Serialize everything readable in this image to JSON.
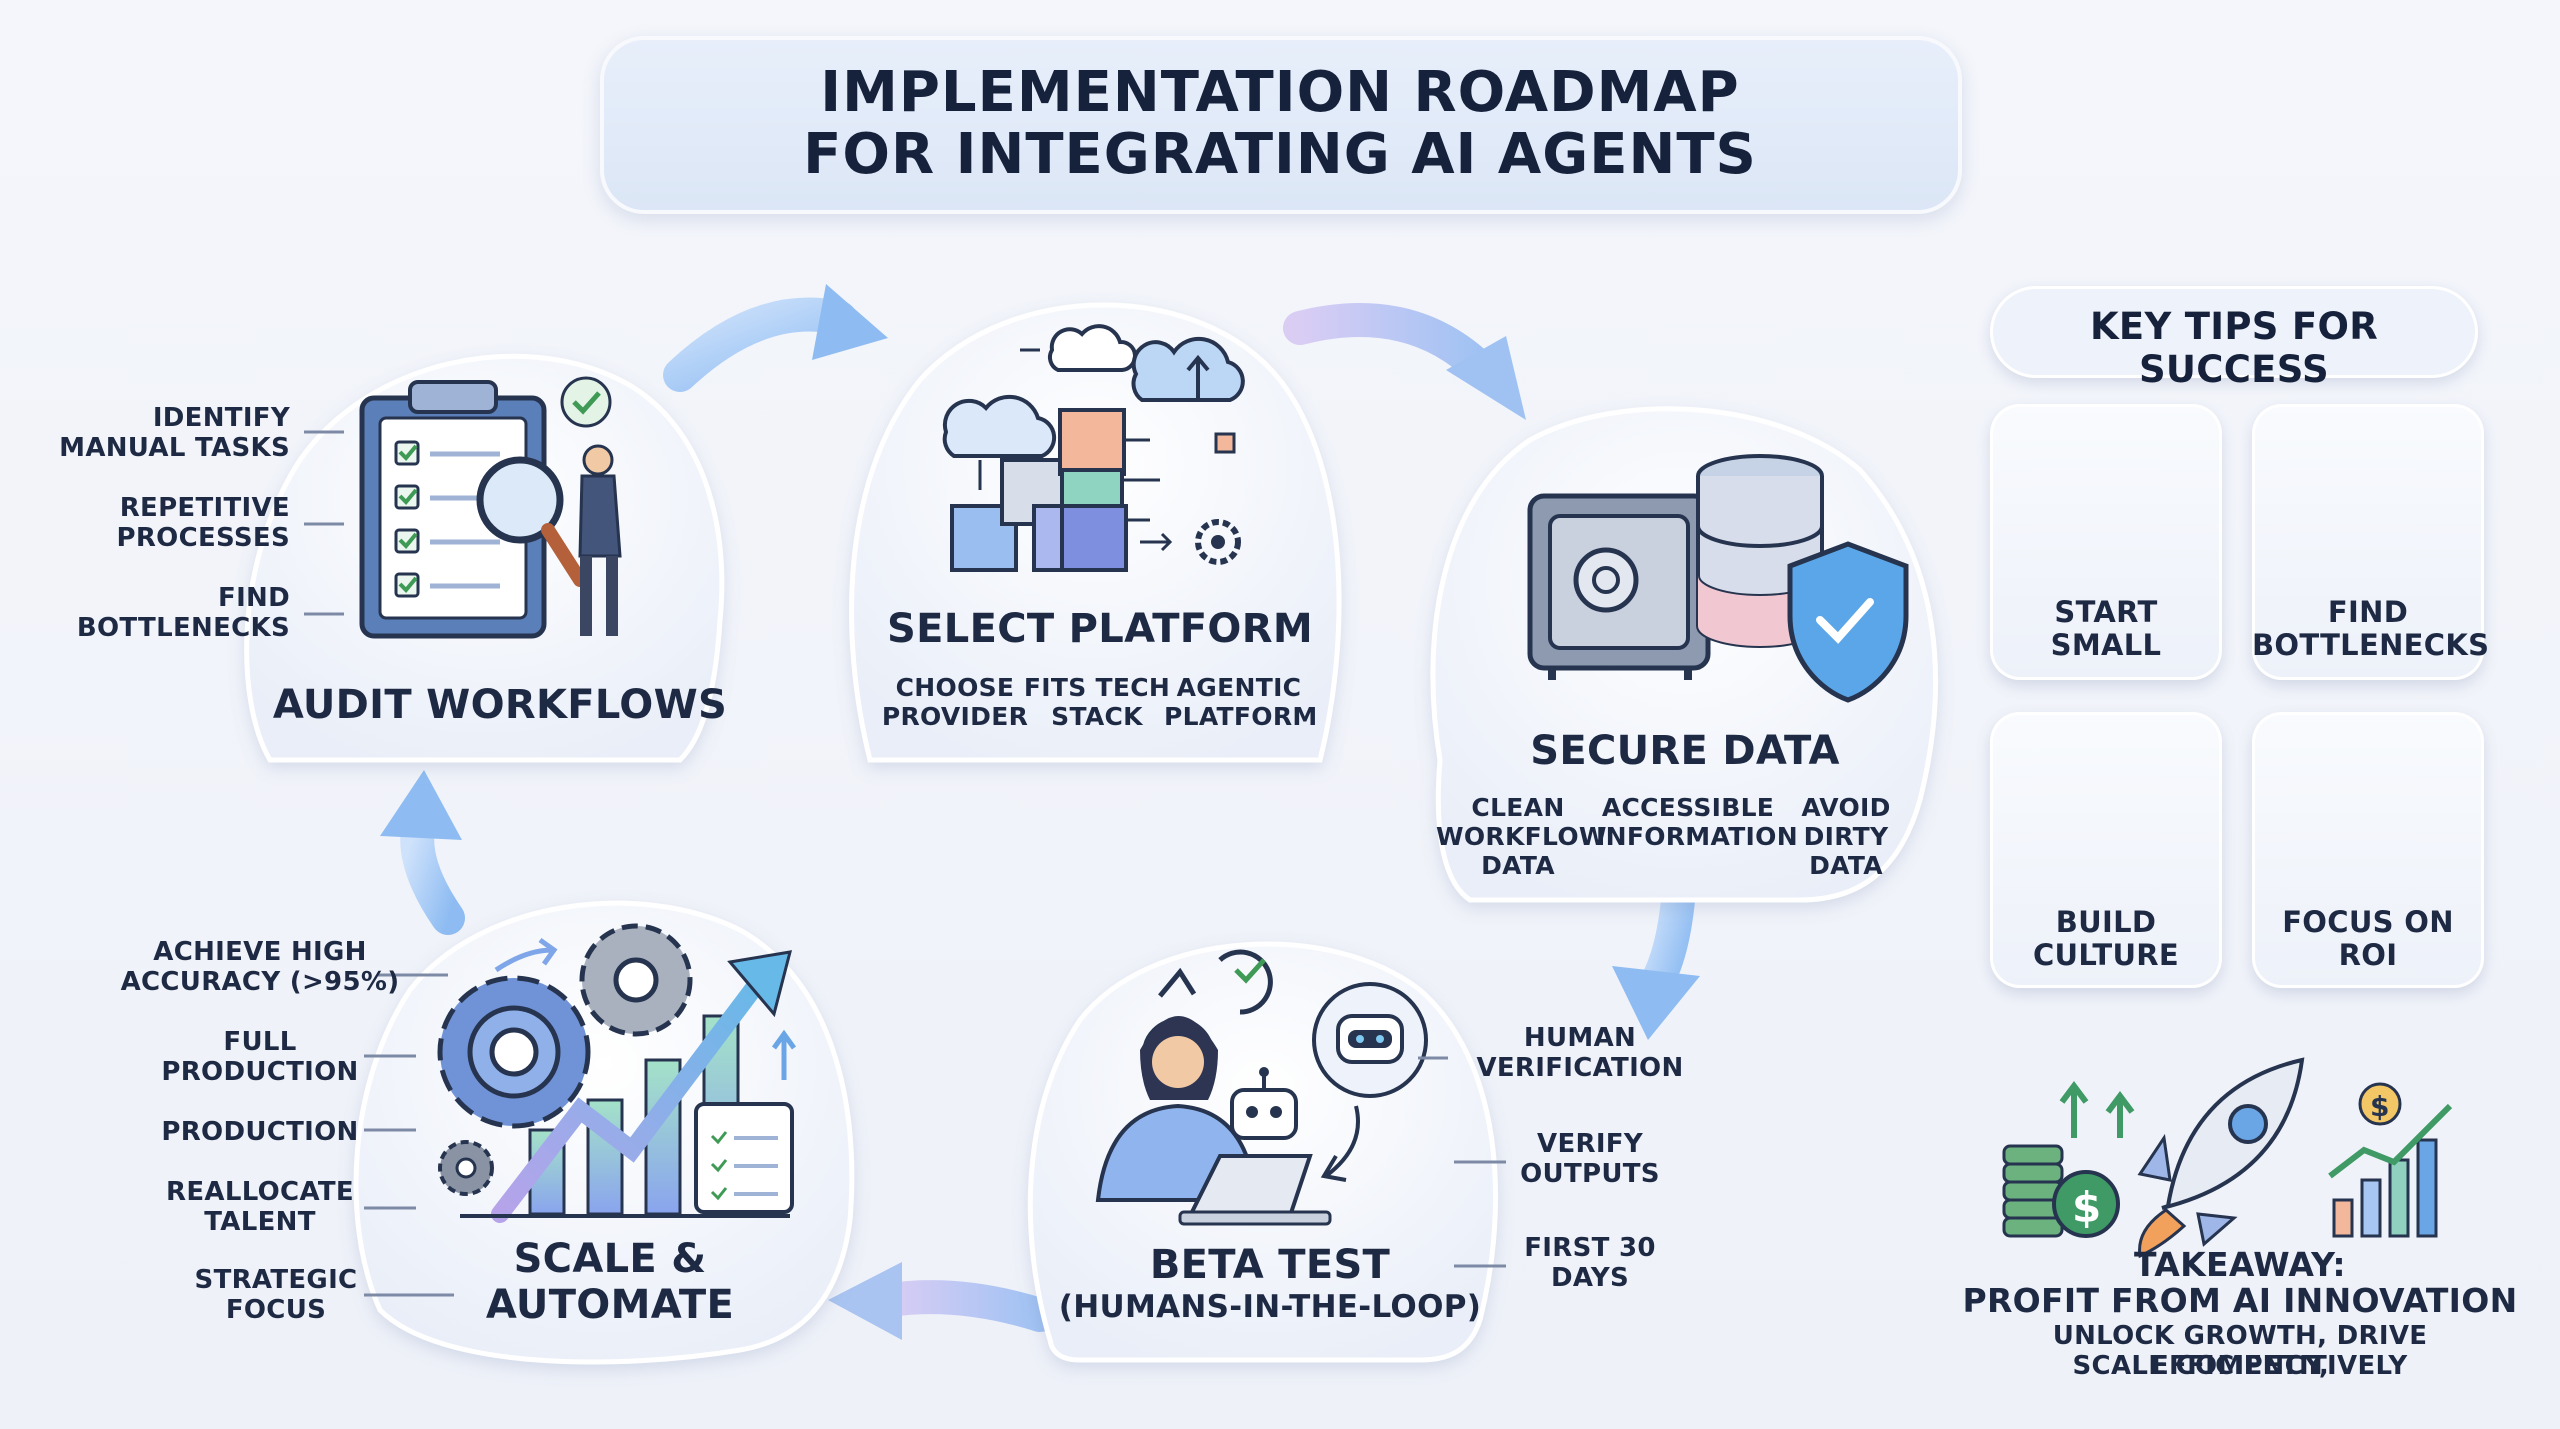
{
  "title": {
    "line1": "IMPLEMENTATION ROADMAP",
    "line2": "FOR INTEGRATING AI AGENTS"
  },
  "stages": {
    "audit": {
      "title": "AUDIT WORKFLOWS",
      "points": [
        "IDENTIFY",
        "MANUAL TASKS",
        "REPETITIVE",
        "PROCESSES",
        "FIND",
        "BOTTLENECKS"
      ]
    },
    "platform": {
      "title": "SELECT PLATFORM",
      "points": [
        "CHOOSE",
        "PROVIDER",
        "FITS TECH",
        "STACK",
        "AGENTIC",
        "PLATFORM"
      ]
    },
    "secure": {
      "title": "SECURE DATA",
      "points": [
        "CLEAN",
        "WORKFLOW",
        "DATA",
        "ACCESSIBLE",
        "INFORMATION",
        "AVOID",
        "DIRTY",
        "DATA"
      ]
    },
    "beta": {
      "title": "BETA TEST",
      "subtitle": "(HUMANS-IN-THE-LOOP)",
      "points": [
        "HUMAN",
        "VERIFICATION",
        "VERIFY",
        "OUTPUTS",
        "FIRST 30",
        "DAYS"
      ]
    },
    "scale": {
      "title_line1": "SCALE &",
      "title_line2": "AUTOMATE",
      "points": [
        "ACHIEVE HIGH",
        "ACCURACY (>95%)",
        "FULL",
        "PRODUCTION",
        "PRODUCTION",
        "REALLOCATE",
        "TALENT",
        "STRATEGIC",
        "FOCUS"
      ]
    }
  },
  "tips": {
    "header": "KEY TIPS FOR SUCCESS",
    "items": [
      {
        "line1": "START",
        "line2": "SMALL",
        "icon": "sprout-icon"
      },
      {
        "line1": "FIND",
        "line2": "BOTTLENECKS",
        "icon": "pipe-leak-icon"
      },
      {
        "line1": "BUILD",
        "line2": "CULTURE",
        "icon": "team-meeting-icon"
      },
      {
        "line1": "FOCUS ON",
        "line2": "ROI",
        "icon": "money-bag-icon"
      }
    ]
  },
  "takeaway": {
    "line1": "TAKEAWAY:",
    "line2": "PROFIT FROM AI INNOVATION",
    "line3": "UNLOCK GROWTH, DRIVE EFFICIENCY,",
    "line4": "SCALE COMPETITIVELY"
  },
  "colors": {
    "navy": "#1e2a44",
    "accent_blue": "#7fb0ee",
    "accent_purple": "#b9a6ec",
    "bubble": "#f6f8fd",
    "check_green": "#3f9a56",
    "coin_green": "#3f9a66",
    "money_bag": "#c9a067"
  }
}
